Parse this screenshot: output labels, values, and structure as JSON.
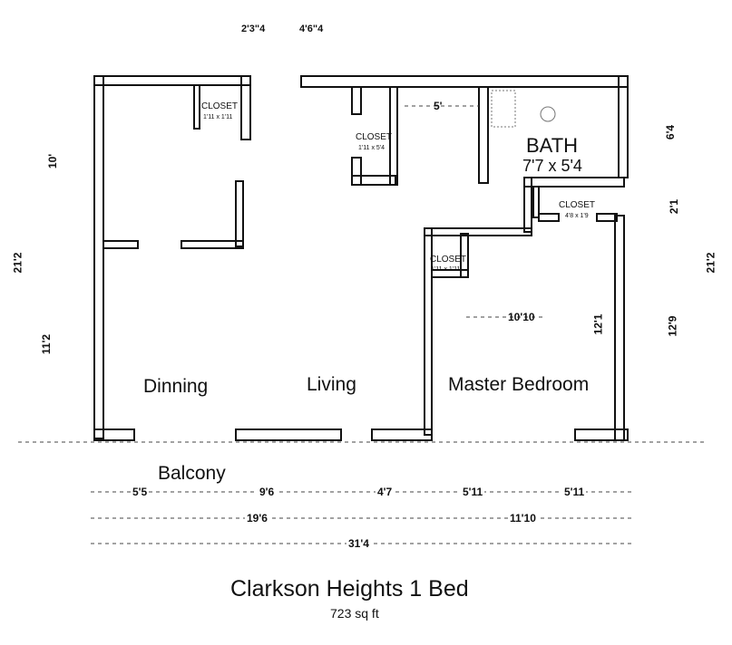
{
  "rooms": {
    "dinning": "Dinning",
    "living": "Living",
    "master_bedroom": "Master Bedroom",
    "balcony": "Balcony",
    "bath": "BATH",
    "bath_dim": "7'7 x 5'4"
  },
  "closets": {
    "dinning_closet": {
      "label": "CLOSET",
      "dim": "1'11 x 1'11"
    },
    "hall_closet": {
      "label": "CLOSET",
      "dim": "1'11 x 5'4"
    },
    "bedroom_closet_small": {
      "label": "CLOSET",
      "dim": "1'11 x 1'11"
    },
    "bedroom_closet_large": {
      "label": "CLOSET",
      "dim": "4'8 x 1'9"
    }
  },
  "dimensions": {
    "top_left": "2'3\"4",
    "top_right": "4'6\"4",
    "hall_width": "5'",
    "left_upper": "10'",
    "left_total": "21'2",
    "left_lower": "11'2",
    "right_bath": "6'4",
    "right_closet": "2'1",
    "right_total": "21'2",
    "right_bedroom": "12'9",
    "bedroom_width": "10'10",
    "bedroom_depth": "12'1",
    "bottom_1": "5'5",
    "bottom_2": "9'6",
    "bottom_3": "4'7",
    "bottom_4": "5'11",
    "bottom_5": "5'11",
    "sub_left": "19'6",
    "sub_right": "11'10",
    "total_width": "31'4"
  },
  "title": "Clarkson Heights 1 Bed",
  "area": "723 sq ft",
  "colors": {
    "wall": "#111111",
    "background": "#ffffff"
  }
}
